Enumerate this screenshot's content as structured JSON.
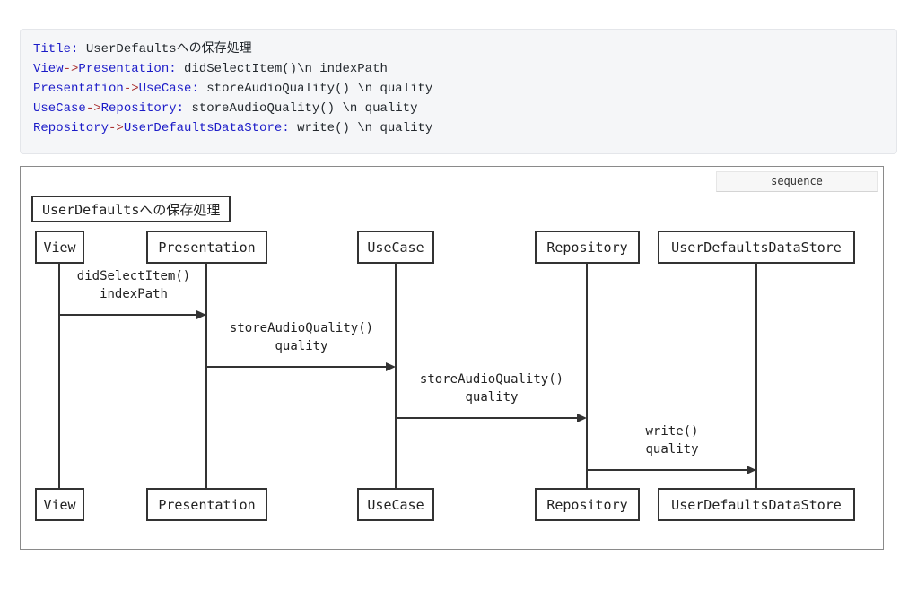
{
  "code_block": {
    "background": "#f5f6f8",
    "keyword_color": "#1c1cc8",
    "arrow_color": "#aa3333",
    "text_color": "#24292e",
    "lines": [
      {
        "keyword": "Title:",
        "rest": " UserDefaultsへの保存処理"
      },
      {
        "from": "View",
        "arrow": "->",
        "to": "Presentation:",
        "rest": " didSelectItem()\\n indexPath"
      },
      {
        "from": "Presentation",
        "arrow": "->",
        "to": "UseCase:",
        "rest": " storeAudioQuality() \\n quality"
      },
      {
        "from": "UseCase",
        "arrow": "->",
        "to": "Repository:",
        "rest": " storeAudioQuality() \\n quality"
      },
      {
        "from": "Repository",
        "arrow": "->",
        "to": "UserDefaultsDataStore:",
        "rest": " write() \\n quality"
      }
    ]
  },
  "diagram": {
    "tab_label": "sequence",
    "title": "UserDefaultsへの保存処理",
    "line_color": "#333333",
    "border_color": "#8a8a8a",
    "actors": [
      {
        "label": "View"
      },
      {
        "label": "Presentation"
      },
      {
        "label": "UseCase"
      },
      {
        "label": "Repository"
      },
      {
        "label": "UserDefaultsDataStore"
      }
    ],
    "messages": [
      {
        "line1": "didSelectItem()",
        "line2": "indexPath"
      },
      {
        "line1": "storeAudioQuality()",
        "line2": "quality"
      },
      {
        "line1": "storeAudioQuality()",
        "line2": "quality"
      },
      {
        "line1": "write()",
        "line2": "quality"
      }
    ]
  }
}
